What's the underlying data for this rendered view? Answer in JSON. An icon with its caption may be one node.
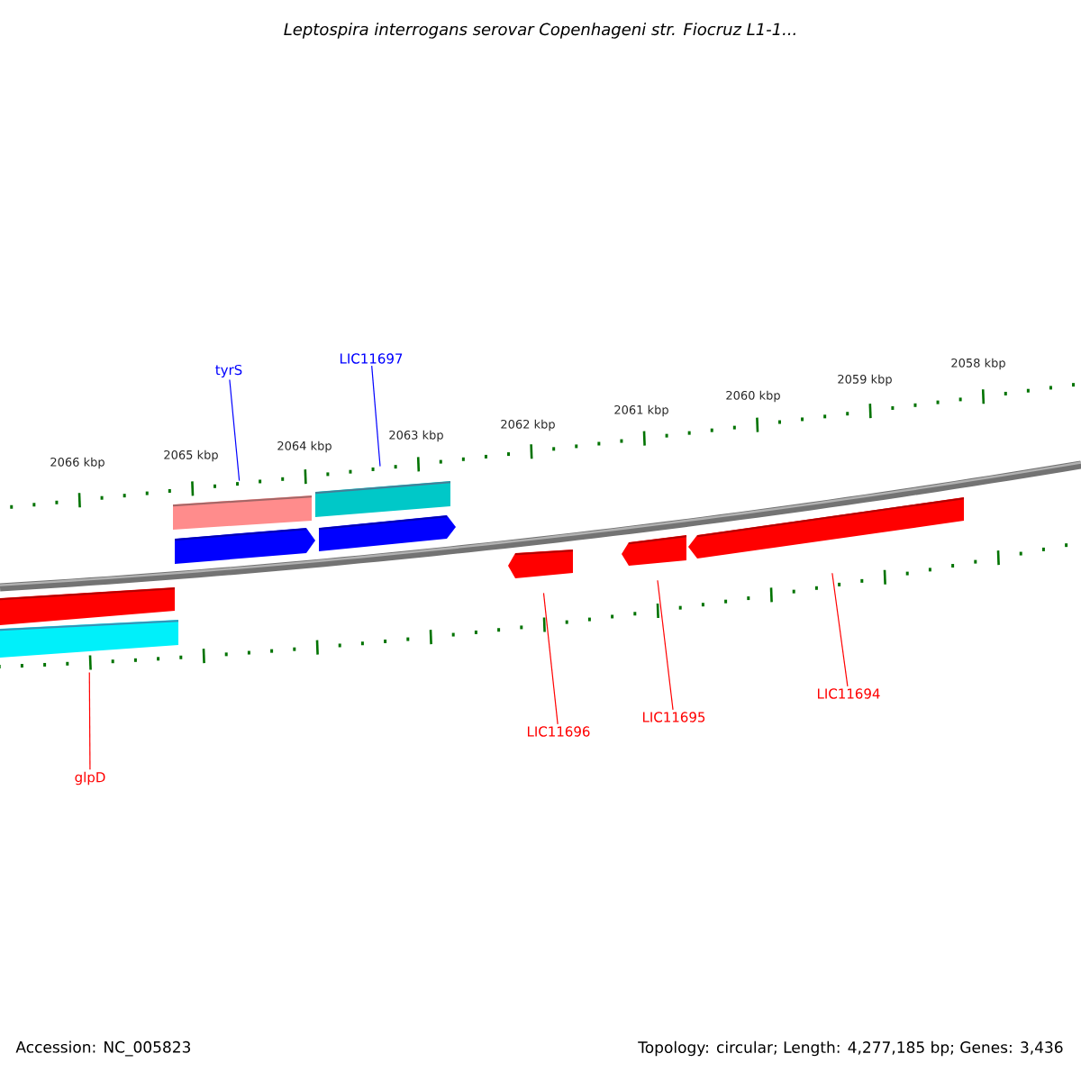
{
  "diagram": {
    "title": "Leptospira interrogans serovar Copenhageni str. Fiocruz L1-1...",
    "nodes": [
      {
        "text": [
          "tyrS"
        ]
      },
      {
        "text": [
          "LIC11697"
        ]
      },
      {
        "text": [
          "glpD"
        ]
      },
      {
        "text": [
          "LIC11696"
        ]
      },
      {
        "text": [
          "LIC11695"
        ]
      },
      {
        "text": [
          "LIC11694"
        ]
      },
      {
        "text": [],
        "shape": "bar"
      },
      {
        "text": [],
        "shape": "bar"
      },
      {
        "text": [],
        "shape": "arrow"
      },
      {
        "text": [],
        "shape": "arrow"
      },
      {
        "text": [],
        "shape": "bar"
      },
      {
        "text": [],
        "shape": "bar"
      },
      {
        "text": [],
        "shape": "arrow"
      },
      {
        "text": [],
        "shape": "arrow"
      },
      {
        "text": [],
        "shape": "arrow"
      }
    ],
    "edges": [
      {
        "from": 0,
        "to": 6,
        "arrow": "none",
        "color": "#0000ff"
      },
      {
        "from": 1,
        "to": 7,
        "arrow": "none",
        "color": "#0000ff"
      },
      {
        "from": 2,
        "to": 11,
        "arrow": "none"
      },
      {
        "from": 3,
        "to": 12,
        "arrow": "none"
      },
      {
        "from": 4,
        "to": 13,
        "arrow": "none"
      },
      {
        "from": 5,
        "to": 14,
        "arrow": "none"
      }
    ],
    "labels": [
      "2066 kbp",
      "2065 kbp",
      "2064 kbp",
      "2063 kbp",
      "2062 kbp",
      "2061 kbp",
      "2060 kbp",
      "2059 kbp",
      "2058 kbp",
      "Accession: NC_005823",
      "Topology: circular; Length: 4,277,185 bp; Genes: 3,436"
    ]
  }
}
